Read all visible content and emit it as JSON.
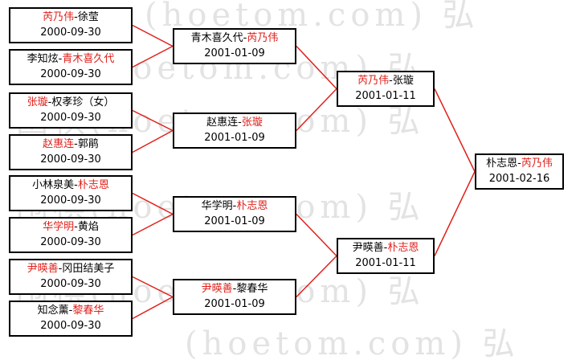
{
  "watermark": {
    "text": "(hoetom.com) 弘",
    "lines": [
      "(hoetom.com) 弘",
      "围棋(hoetom.com) 弘",
      "围棋(hoetom.com) 弘",
      "围棋(hoetom.com) 弘",
      "围棋(hoetom.com) 弘",
      "(hoetom.com) 弘"
    ]
  },
  "colors": {
    "winner": "#e0201b",
    "line": "#e0201b",
    "text": "#000000"
  },
  "rounds": [
    {
      "name": "round-1",
      "matches": [
        {
          "p1": "芮乃伟",
          "p2": "徐莹",
          "winner": 1,
          "date": "2000-09-30"
        },
        {
          "p1": "李知炫",
          "p2": "青木喜久代",
          "winner": 2,
          "date": "2000-09-30"
        },
        {
          "p1": "张璇",
          "p2": "权孝珍（女）",
          "winner": 1,
          "date": "2000-09-30"
        },
        {
          "p1": "赵惠连",
          "p2": "郭鹃",
          "winner": 1,
          "date": "2000-09-30"
        },
        {
          "p1": "小林泉美",
          "p2": "朴志恩",
          "winner": 2,
          "date": "2000-09-30"
        },
        {
          "p1": "华学明",
          "p2": "黄焰",
          "winner": 1,
          "date": "2000-09-30"
        },
        {
          "p1": "尹暎善",
          "p2": "冈田结美子",
          "winner": 1,
          "date": "2000-09-30"
        },
        {
          "p1": "知念薰",
          "p2": "黎春华",
          "winner": 2,
          "date": "2000-09-30"
        }
      ]
    },
    {
      "name": "round-2",
      "matches": [
        {
          "p1": "青木喜久代",
          "p2": "芮乃伟",
          "winner": 2,
          "date": "2001-01-09"
        },
        {
          "p1": "赵惠连",
          "p2": "张璇",
          "winner": 2,
          "date": "2001-01-09"
        },
        {
          "p1": "华学明",
          "p2": "朴志恩",
          "winner": 2,
          "date": "2001-01-09"
        },
        {
          "p1": "尹暎善",
          "p2": "黎春华",
          "winner": 1,
          "date": "2001-01-09"
        }
      ]
    },
    {
      "name": "round-3",
      "matches": [
        {
          "p1": "芮乃伟",
          "p2": "张璇",
          "winner": 1,
          "date": "2001-01-11"
        },
        {
          "p1": "尹暎善",
          "p2": "朴志恩",
          "winner": 2,
          "date": "2001-01-11"
        }
      ]
    },
    {
      "name": "final",
      "matches": [
        {
          "p1": "朴志恩",
          "p2": "芮乃伟",
          "winner": 2,
          "date": "2001-02-16"
        }
      ]
    }
  ]
}
